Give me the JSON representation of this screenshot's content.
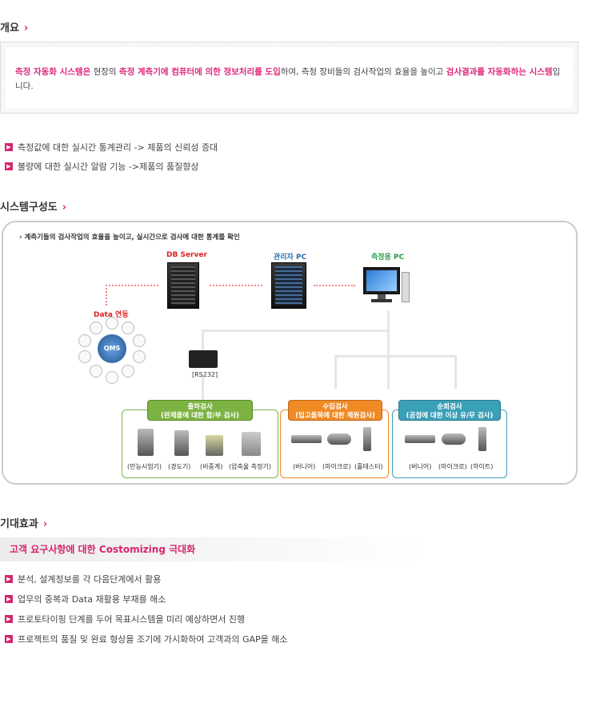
{
  "overview": {
    "title": "개요",
    "arrow": "›",
    "text_parts": [
      {
        "t": "측정 자동화 시스템은",
        "hl": true
      },
      {
        "t": " 현장의 ",
        "hl": false
      },
      {
        "t": "측정 계측기에 컴퓨터에 의한 정보처리를 도입",
        "hl": true
      },
      {
        "t": "하여, 측정 장비들의 검사작업의 효율을 높이고 ",
        "hl": false
      },
      {
        "t": "검사결과를 자동화하는 시스템",
        "hl": true
      },
      {
        "t": "입니다.",
        "hl": false
      }
    ],
    "bullets": [
      "측정값에 대한 실시간 통계관리 -> 제품의 신뢰성 증대",
      "불량에 대한 실시간 알람 기능 ->제품의 품질향상"
    ]
  },
  "system": {
    "title": "시스템구성도",
    "arrow": "›",
    "header": "› 계측기들의 검사작업의 효율을 높이고, 실시간으로 검사에 대한 통계를 확인",
    "db_server": "DB Server",
    "admin_pc": "관리자 PC",
    "measure_pc": "측정용 PC",
    "data_link": "Data 연동",
    "qms": "QMS",
    "rs232": "[RS232]",
    "categories": [
      {
        "title": "출하검사",
        "sub": "(완제품에 대한 합/부 검사)",
        "color": "#7cb342",
        "items": [
          "(만능시험기)",
          "(경도기)",
          "(비중계)",
          "(압축율 측정기)"
        ]
      },
      {
        "title": "수입검사",
        "sub": "(입고품목에 대한 제원검사)",
        "color": "#f08a24",
        "items": [
          "(버니어)",
          "(마이크로)",
          "(홀테스터)"
        ]
      },
      {
        "title": "순회검사",
        "sub": "(공정에 대한 이상 유/무 검사)",
        "color": "#3aa0b8",
        "items": [
          "(버니어)",
          "(마이크로)",
          "(하이트)"
        ]
      }
    ]
  },
  "effect": {
    "title": "기대효과",
    "arrow": "›",
    "banner": "고객 요구사항에 대한 Costomizing 극대화",
    "bullets": [
      "분석, 설계정보를 각 다음단계에서 활용",
      "업무의 중복과 Data 재활용 부재를 해소",
      "프로토타이핑 단계를 두어 목표시스템을 미리 예상하면서 진행",
      "프로젝트의 품질 및 완료 형상을 조기에 가시화하여 고객과의 GAP을 해소"
    ]
  },
  "colors": {
    "accent": "#e0287a",
    "bullet": "#d6246e"
  }
}
